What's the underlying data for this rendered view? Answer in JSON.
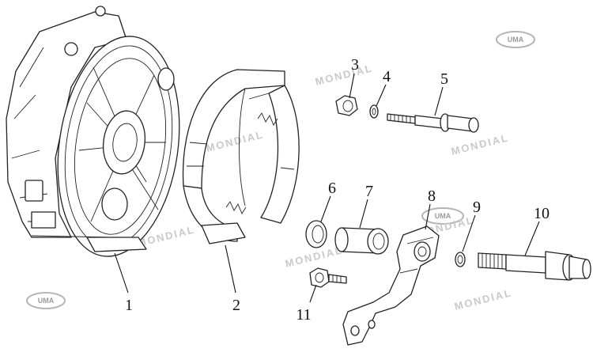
{
  "watermark": {
    "uma_logo_text": "UMA",
    "brand_text": "MONDIAL"
  },
  "callouts": [
    {
      "id": "1",
      "label": "1"
    },
    {
      "id": "2",
      "label": "2"
    },
    {
      "id": "3",
      "label": "3"
    },
    {
      "id": "4",
      "label": "4"
    },
    {
      "id": "5",
      "label": "5"
    },
    {
      "id": "6",
      "label": "6"
    },
    {
      "id": "7",
      "label": "7"
    },
    {
      "id": "8",
      "label": "8"
    },
    {
      "id": "9",
      "label": "9"
    },
    {
      "id": "10",
      "label": "10"
    },
    {
      "id": "11",
      "label": "11"
    }
  ]
}
